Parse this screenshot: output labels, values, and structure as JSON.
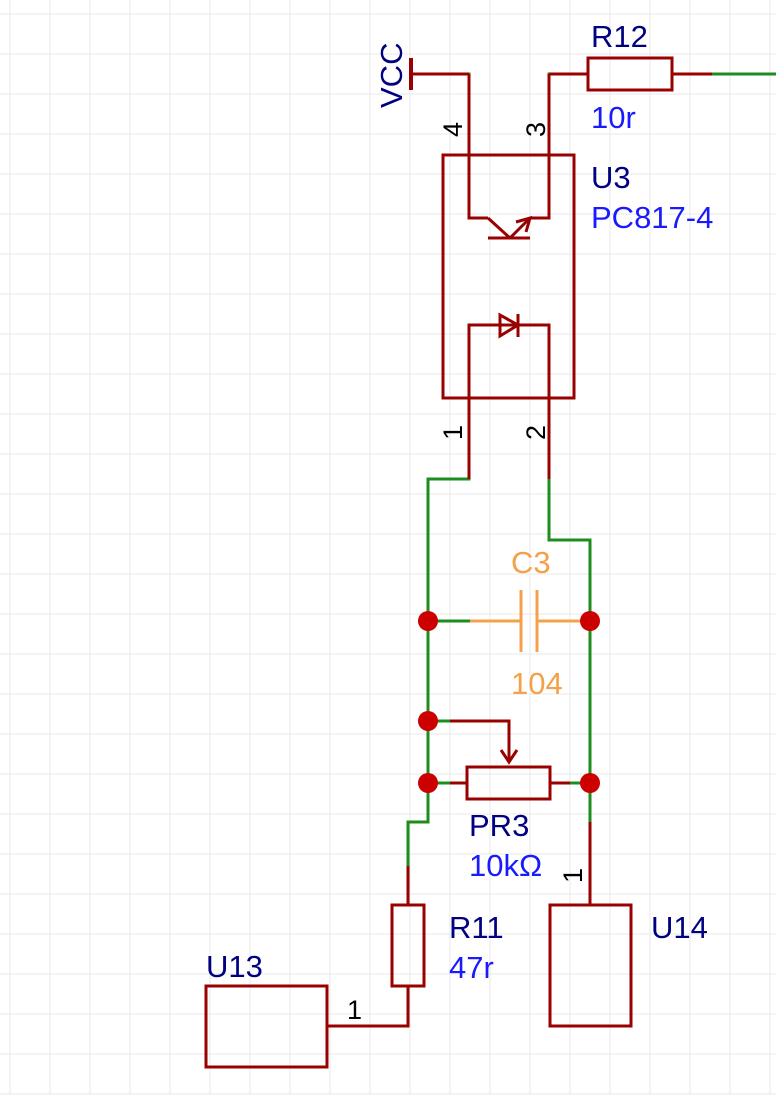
{
  "components": {
    "vcc": {
      "net": "VCC"
    },
    "r12": {
      "ref": "R12",
      "value": "10r"
    },
    "u3": {
      "ref": "U3",
      "value": "PC817-4",
      "pins": [
        "4",
        "3",
        "1",
        "2"
      ]
    },
    "c3": {
      "ref": "C3",
      "value": "104"
    },
    "pr3": {
      "ref": "PR3",
      "value": "10kΩ"
    },
    "r11": {
      "ref": "R11",
      "value": "47r"
    },
    "u13": {
      "ref": "U13",
      "pin": "1"
    },
    "u14": {
      "ref": "U14",
      "pin": "1"
    }
  },
  "colors": {
    "wire": "#1e8c1e",
    "component": "#990000",
    "junction": "#cc0000",
    "capacitor": "#f5a04a",
    "designator": "#000080",
    "value": "#1a1aff",
    "grid": "#e8e8e8"
  }
}
